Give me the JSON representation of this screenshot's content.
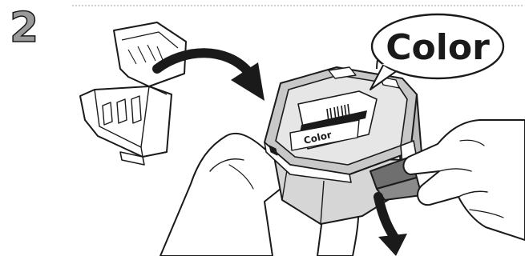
{
  "step": {
    "number": "2"
  },
  "callout": {
    "label": "Color"
  },
  "cartridge": {
    "label": "Color"
  },
  "colors": {
    "ink": "#1a1a1a",
    "cartridge_top": "#c8c8c8",
    "cartridge_body": "#d6d6d6",
    "cartridge_shadow": "#a9a9a9",
    "tape": "#6f6f6f",
    "step_fill": "#9a9a9a",
    "skin": "#ffffff",
    "divider": "#b0b0b0"
  },
  "icons": {
    "transfer_arrow": "curved-arrow-right-icon",
    "pull_arrow": "curved-arrow-down-icon"
  }
}
